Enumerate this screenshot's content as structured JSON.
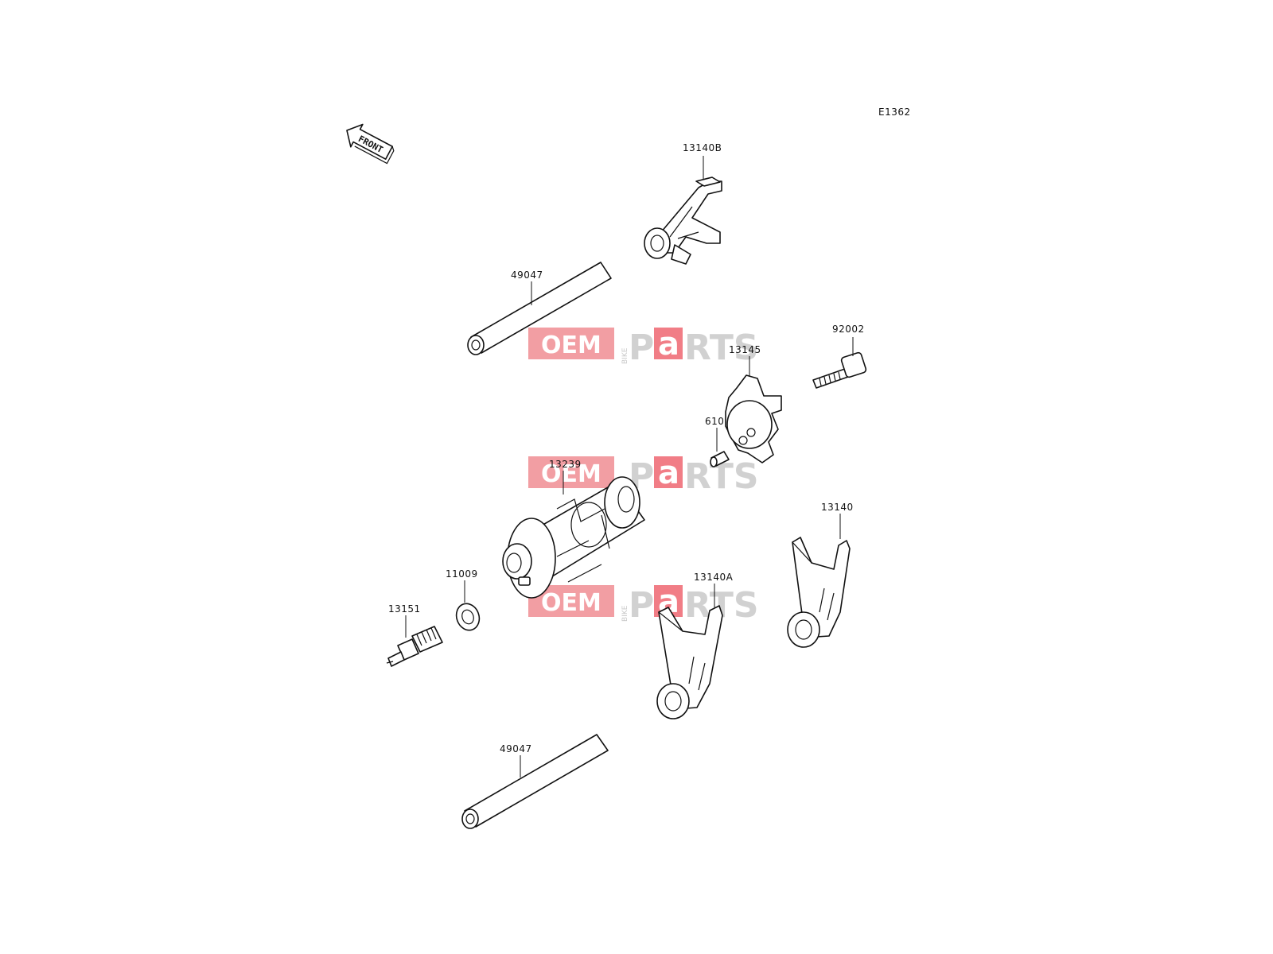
{
  "diagram_code": "E1362",
  "front_arrow_text": "FRONT",
  "watermark": {
    "oem": "OEM",
    "bike": "BIKE",
    "p": "P",
    "a": "a",
    "rts": "RTS"
  },
  "parts": [
    {
      "id": "fork-top",
      "number": "13140B"
    },
    {
      "id": "shaft-top",
      "number": "49047"
    },
    {
      "id": "bolt",
      "number": "92002"
    },
    {
      "id": "star-plate",
      "number": "13145"
    },
    {
      "id": "pin",
      "number": "610"
    },
    {
      "id": "drum",
      "number": "13239"
    },
    {
      "id": "fork-right",
      "number": "13140"
    },
    {
      "id": "washer",
      "number": "11009"
    },
    {
      "id": "fork-middle",
      "number": "13140A"
    },
    {
      "id": "switch",
      "number": "13151"
    },
    {
      "id": "shaft-bottom",
      "number": "49047"
    }
  ]
}
